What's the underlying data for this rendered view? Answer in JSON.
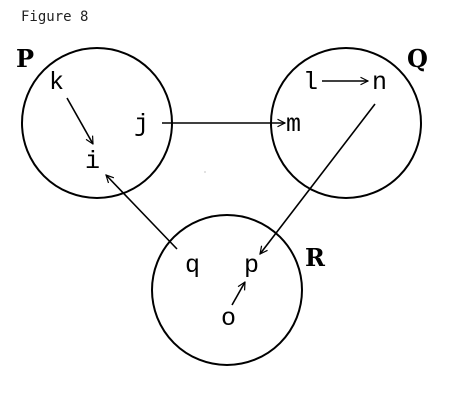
{
  "figure": {
    "caption": "Figure 8"
  },
  "sets": [
    {
      "id": "P",
      "label": "P"
    },
    {
      "id": "Q",
      "label": "Q"
    },
    {
      "id": "R",
      "label": "R"
    }
  ],
  "elements": [
    {
      "id": "k",
      "label": "k",
      "set": "P"
    },
    {
      "id": "j",
      "label": "j",
      "set": "P"
    },
    {
      "id": "i",
      "label": "i",
      "set": "P"
    },
    {
      "id": "l",
      "label": "l",
      "set": "Q"
    },
    {
      "id": "n",
      "label": "n",
      "set": "Q"
    },
    {
      "id": "m",
      "label": "m",
      "set": "Q"
    },
    {
      "id": "q",
      "label": "q",
      "set": "R"
    },
    {
      "id": "p",
      "label": "p",
      "set": "R"
    },
    {
      "id": "o",
      "label": "o",
      "set": "R"
    }
  ],
  "mappings": [
    {
      "from": "k",
      "to": "i"
    },
    {
      "from": "j",
      "to": "m"
    },
    {
      "from": "l",
      "to": "n"
    },
    {
      "from": "n",
      "to": "p"
    },
    {
      "from": "q",
      "to": "i"
    },
    {
      "from": "o",
      "to": "p"
    }
  ],
  "colors": {
    "ink": "#000000",
    "background": "#ffffff"
  }
}
